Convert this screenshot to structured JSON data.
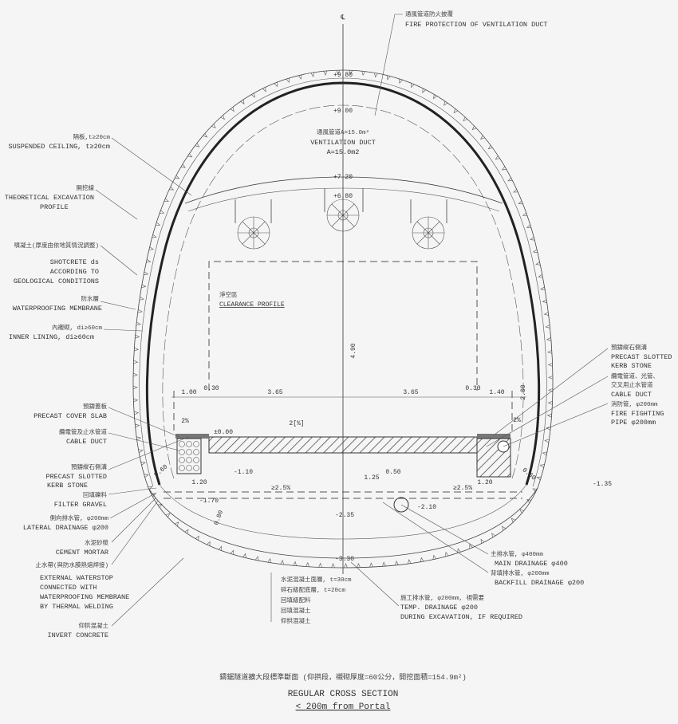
{
  "drawing": {
    "centerline_symbol": "℄",
    "left_labels": [
      {
        "cn": "隔板,t≥20cm",
        "en": [
          "SUSPENDED CEILING, t≥20cm"
        ]
      },
      {
        "cn": "開挖線",
        "en": [
          "THEORETICAL EXCAVATION",
          "PROFILE"
        ]
      },
      {
        "cn": "噴凝土(厚度由依地質情況調整)",
        "en": [
          "SHOTCRETE ds",
          "ACCORDING TO",
          "GEOLOGICAL CONDITIONS"
        ]
      },
      {
        "cn": "防水層",
        "en": [
          "WATERPROOFING MEMBRANE"
        ]
      },
      {
        "cn": "內襯砌, di≥60cm",
        "en": [
          "INNER LINING, di≥60cm"
        ]
      },
      {
        "cn": "預鑄蓋板",
        "en": [
          "PRECAST COVER SLAB"
        ]
      },
      {
        "cn": "纜電管及止水管道",
        "en": [
          "CABLE DUCT"
        ]
      },
      {
        "cn": "預鑄縱石側溝",
        "en": [
          "PRECAST SLOTTED",
          "KERB STONE"
        ]
      },
      {
        "cn": "回填礫料",
        "en": [
          "FILTER GRAVEL"
        ]
      },
      {
        "cn": "側向排水管, φ200mm",
        "en": [
          "LATERAL DRAINAGE φ200"
        ]
      },
      {
        "cn": "水泥砂漿",
        "en": [
          "CEMENT MORTAR"
        ]
      },
      {
        "cn": "止水帶(與防水膜熱熔焊接)",
        "en": [
          "EXTERNAL WATERSTOP",
          "CONNECTED WITH",
          "WATERPROOFING MEMBRANE",
          "BY THERMAL WELDING"
        ]
      },
      {
        "cn": "仰拱混凝土",
        "en": [
          "INVERT CONCRETE"
        ]
      }
    ],
    "top_label": {
      "cn": "通風管道防火披覆",
      "en": "FIRE PROTECTION OF VENTILATION DUCT"
    },
    "vent_duct": {
      "cn": "通風管道A=15.0m²",
      "en1": "VENTILATION DUCT",
      "en2": "A=15.0m2"
    },
    "right_labels": [
      {
        "cn": "預鑄縱石側溝",
        "en": [
          "PRECAST SLOTTED",
          "KERB STONE"
        ]
      },
      {
        "cn": "纜電管道、光管、",
        "cn2": "交叉用止水管道",
        "en": [
          "CABLE DUCT"
        ]
      },
      {
        "cn": "消防管, φ200mm",
        "en": [
          "FIRE FIGHTING",
          "PIPE φ200mm"
        ]
      }
    ],
    "bottom_right_labels": [
      {
        "cn": "主排水管, φ400mm",
        "en": "MAIN DRAINAGE φ400"
      },
      {
        "cn": "背填排水管, φ200mm",
        "en": "BACKFILL DRAINAGE φ200"
      }
    ],
    "temp_drainage": {
      "cn": "施工排水管, φ200mm, 視需要",
      "en1": "TEMP. DRAINAGE φ200",
      "en2": "DURING EXCAVATION, IF REQUIRED"
    },
    "pavement_layers": [
      "水泥混凝土面層, t=30cm",
      "碎石級配底層, t=20cm",
      "回填級配料",
      "回填混凝土",
      "仰拱混凝土"
    ],
    "clearance": {
      "cn": "淨空區",
      "en": "CLEARANCE PROFILE"
    },
    "elevations": {
      "crown_outer": "+9.80",
      "crown_inner": "+9.00",
      "ceiling": "+7.20",
      "duct": "+6.80",
      "road": "±0.00",
      "left_drain": "-1.10",
      "left_low": "-1.70",
      "center_low": "-2.35",
      "right_low": "-2.10",
      "invert": "-3.30",
      "right_outer": "-1.35"
    },
    "dimensions": {
      "d1": "1.00",
      "d2": "0.30",
      "d3": "3.65",
      "d4": "3.65",
      "d5": "0.30",
      "d6": "1.40",
      "h_right": "2.00",
      "h_clear": "4.90",
      "slope_l": "2%",
      "slope_r": "2%",
      "cross": "2[%]",
      "w_l": "1.20",
      "w_r": "1.20",
      "m1": "1.25",
      "m2": "0.50",
      "fall_l": "≥2.5%",
      "fall_r": "≥2.5%",
      "t_l": "0.60",
      "t_r": "0.60",
      "t_inv": "0.80"
    },
    "title": {
      "cn": "鑄鋸隧道擴大段標準斷面 (仰拱段，襯砌厚度=60公分，開挖面積=154.9m²)",
      "en": "REGULAR CROSS SECTION",
      "sub": "< 200m from Portal"
    }
  }
}
